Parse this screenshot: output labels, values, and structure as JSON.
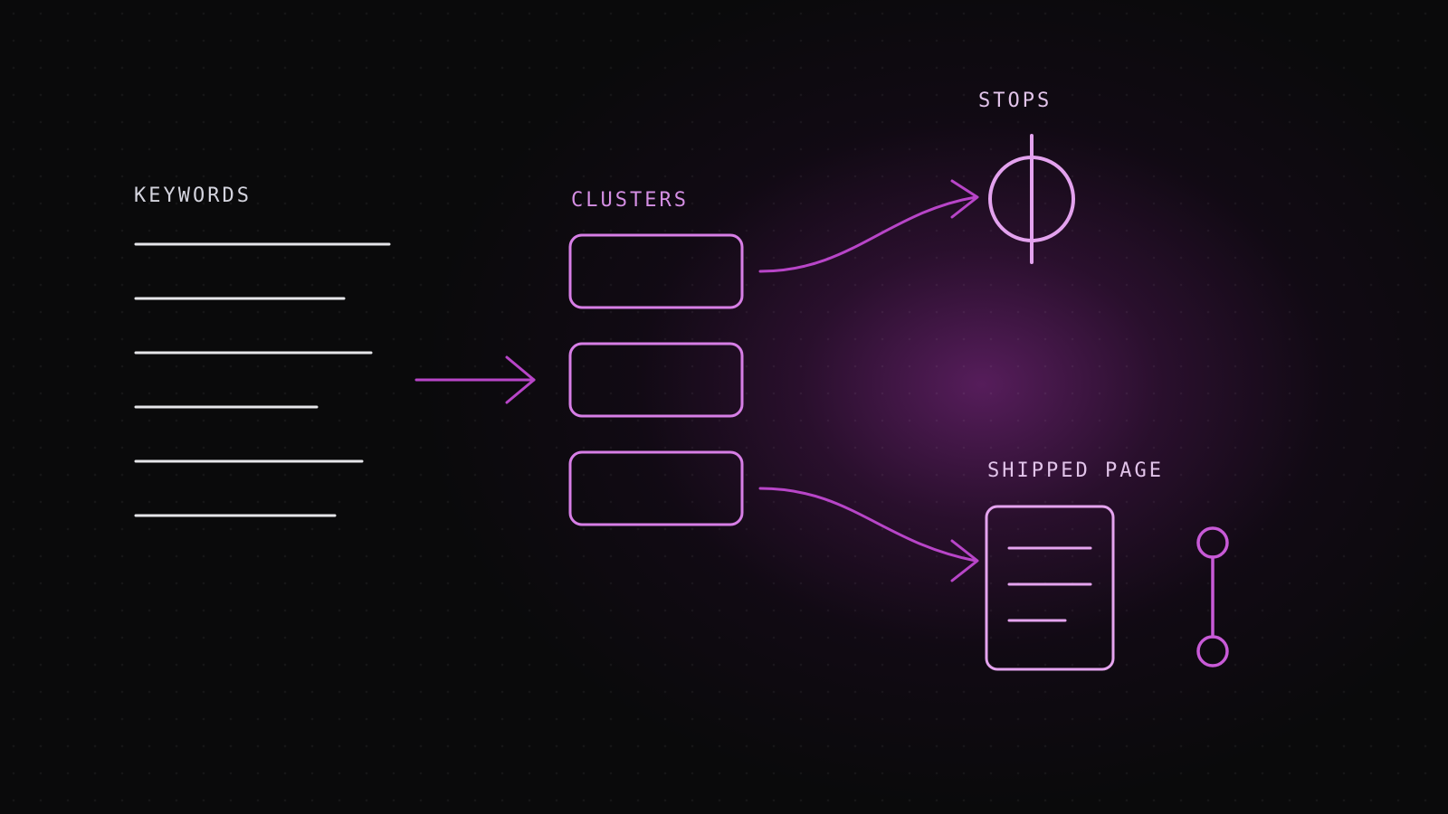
{
  "sections": {
    "keywords": {
      "label": "KEYWORDS"
    },
    "clusters": {
      "label": "CLUSTERS"
    },
    "stops": {
      "label": "STOPS"
    },
    "shipped_page": {
      "label": "SHIPPED PAGE"
    }
  },
  "colors": {
    "background": "#0a0a0b",
    "glow": "#5a1e5f",
    "keyword_line": "#e6e6ea",
    "keyword_label": "#d4d4de",
    "cluster_stroke": "#d77ee6",
    "cluster_label": "#d58fe4",
    "connector": "#b845c8",
    "stops_icon": "#e3a2ee",
    "stops_label": "#e2c4ea",
    "page_icon": "#e5a4ef",
    "page_label": "#e2c4ea",
    "link_icon": "#c85ad7"
  },
  "icons": {
    "stop": "circle-slash-icon",
    "page": "document-icon",
    "link": "chain-link-icon",
    "arrow": "arrow-right-icon"
  }
}
